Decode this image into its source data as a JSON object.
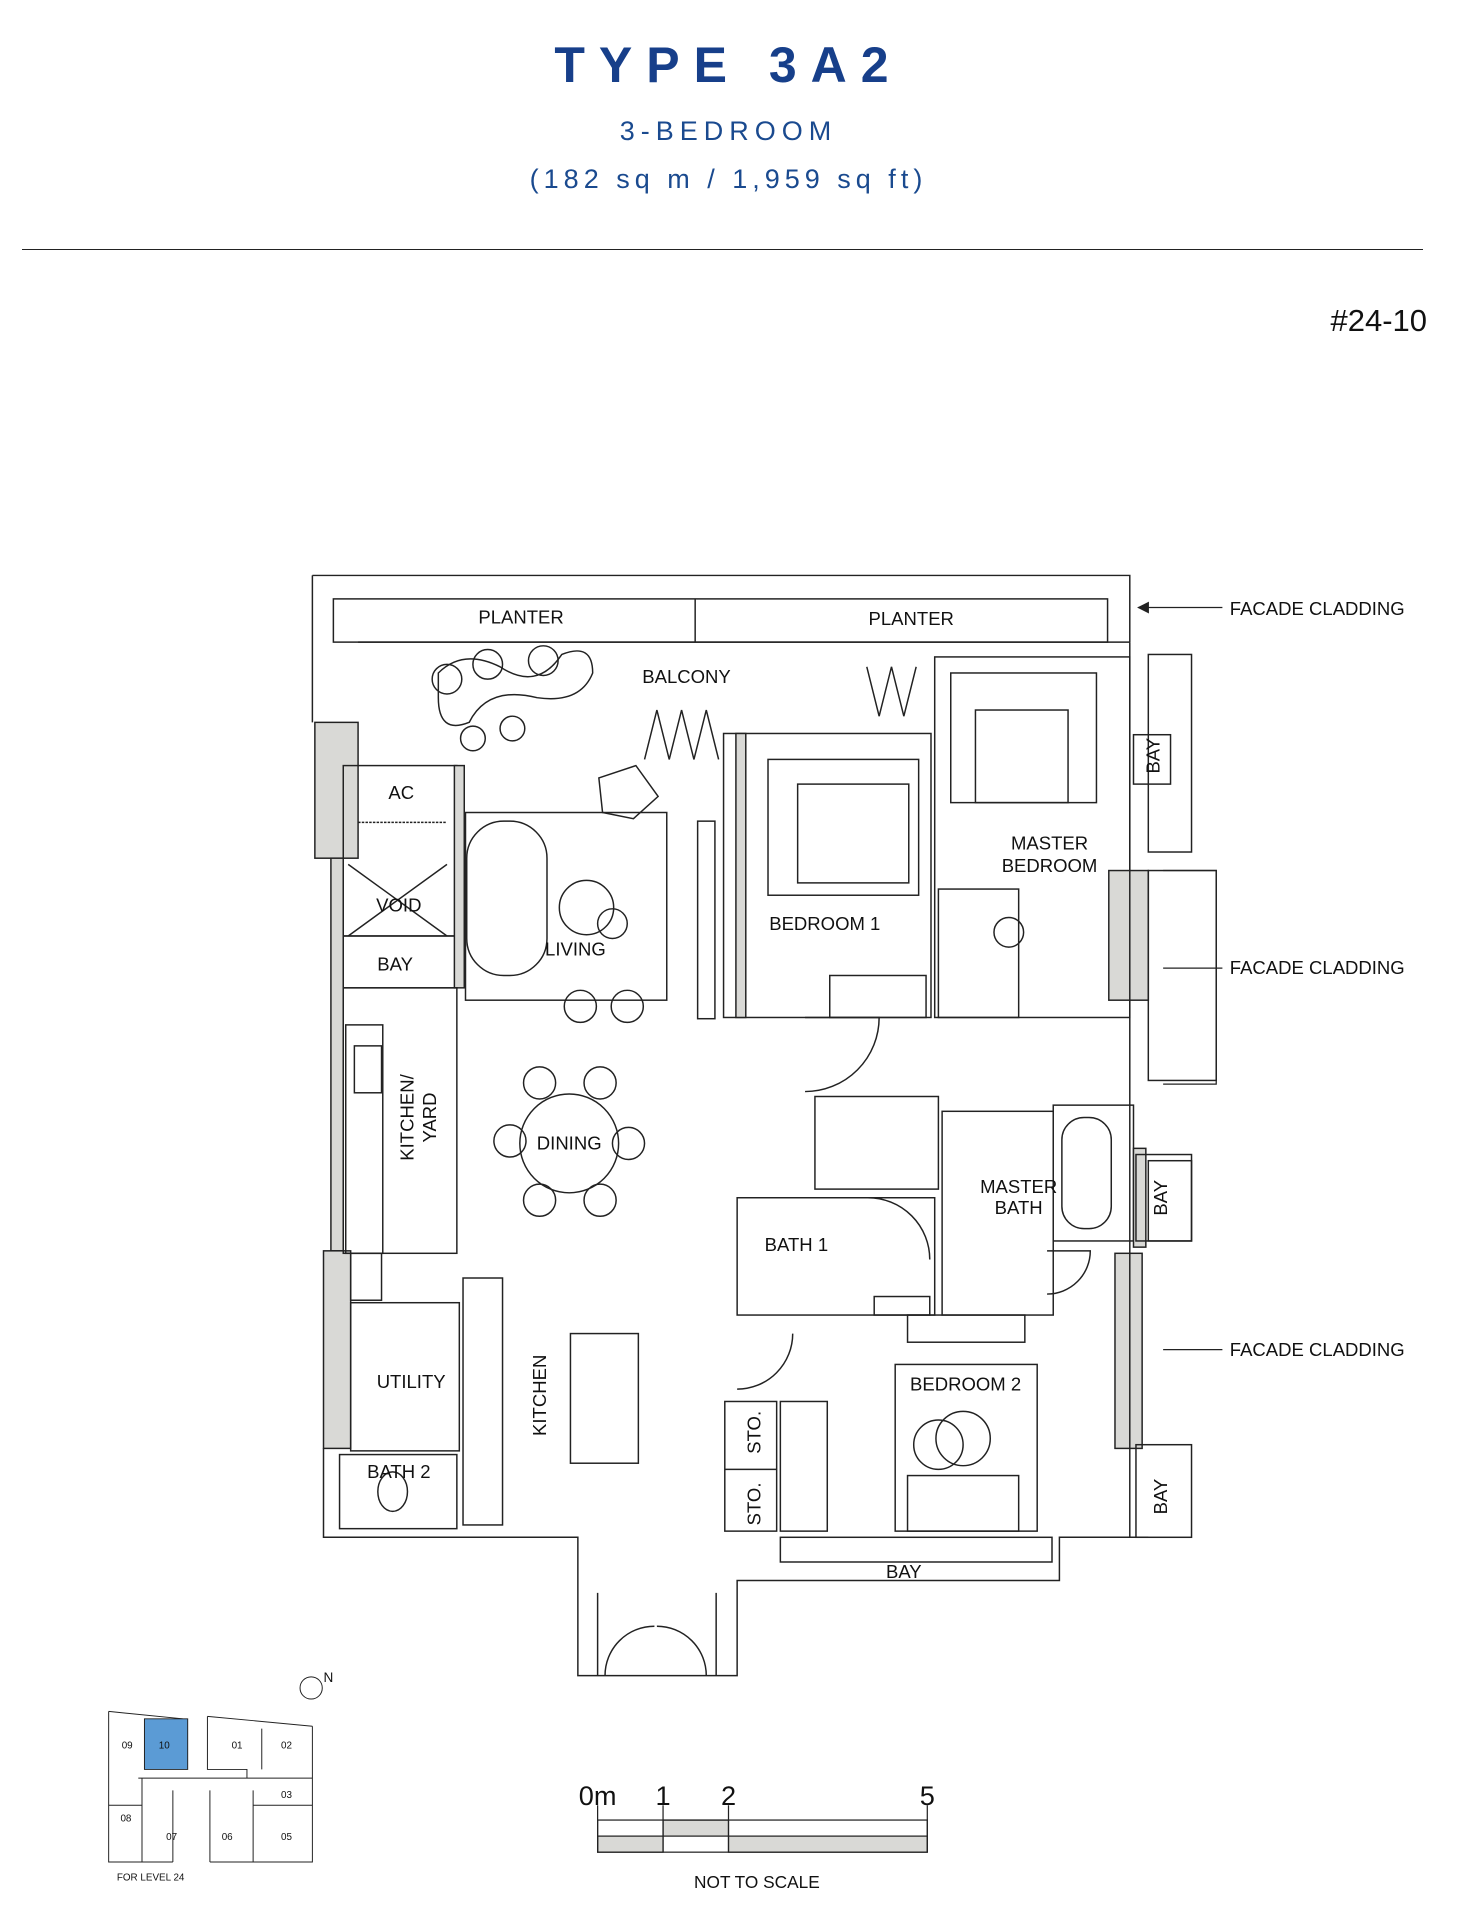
{
  "header": {
    "title": "TYPE 3A2",
    "subtitle": "3-BEDROOM",
    "area": "(182 sq m / 1,959 sq ft)",
    "unit_number": "#24-10"
  },
  "plan": {
    "rooms": {
      "planter_1": "PLANTER",
      "planter_2": "PLANTER",
      "balcony": "BALCONY",
      "ac": "AC",
      "void": "VOID",
      "bay_living": "BAY",
      "living": "LIVING",
      "bedroom_1": "BEDROOM 1",
      "master_bedroom_1": "MASTER",
      "master_bedroom_2": "BEDROOM",
      "bay_master": "BAY",
      "dining": "DINING",
      "kitchen_yard_1": "KITCHEN/",
      "kitchen_yard_2": "YARD",
      "master_bath_1": "MASTER",
      "master_bath_2": "BATH",
      "bay_bath": "BAY",
      "bath_1": "BATH 1",
      "utility": "UTILITY",
      "kitchen": "KITCHEN",
      "bedroom_2": "BEDROOM 2",
      "sto_1": "STO.",
      "sto_2": "STO.",
      "bath_2": "BATH 2",
      "bay_bed2": "BAY",
      "bay_bottom": "BAY"
    },
    "callouts": [
      "FACADE CLADDING",
      "FACADE CLADDING",
      "FACADE CLADDING"
    ]
  },
  "key_plan": {
    "north": "N",
    "units": [
      "09",
      "10",
      "01",
      "02",
      "03",
      "08",
      "07",
      "06",
      "05"
    ],
    "highlight_unit": "10",
    "highlight_color": "#5b9bd5",
    "caption": "FOR LEVEL 24"
  },
  "scale_bar": {
    "ticks": [
      "0m",
      "1",
      "2",
      "5"
    ],
    "note": "NOT TO SCALE"
  },
  "colors": {
    "title": "#173f8a",
    "wall_fill": "#d9d9d6"
  }
}
